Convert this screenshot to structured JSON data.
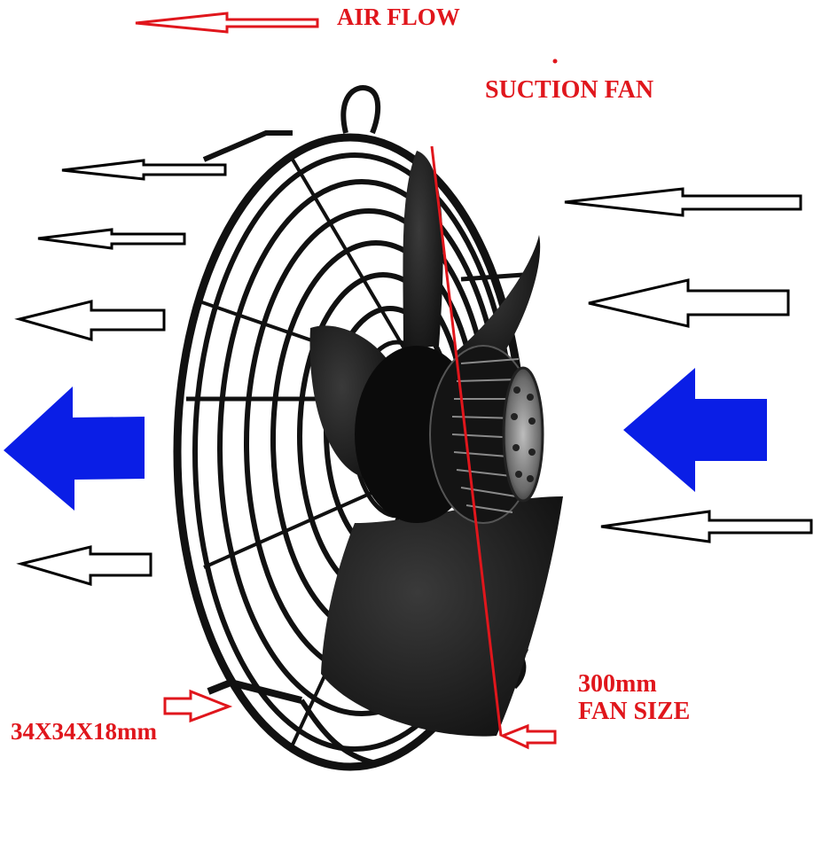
{
  "labels": {
    "air_flow": "AIR FLOW",
    "suction_fan": "SUCTION FAN",
    "bracket_size": "34X34X18mm",
    "fan_diameter": "300mm",
    "fan_size_caption": "FAN SIZE"
  },
  "colors": {
    "label_red": "#e0161c",
    "flow_arrow_blue": "#0a1ee6",
    "outline_arrow": "#000000",
    "guard_black": "#111111",
    "background": "#ffffff"
  },
  "icons": {
    "airflow_indicator": "left-arrow-outline-red",
    "bracket_pointer": "right-arrow-outline-red",
    "diameter_pointer": "left-arrow-outline-red",
    "main_flow_left": "left-arrow-solid-blue",
    "main_flow_right": "left-arrow-solid-blue",
    "flow_arrows": "left-arrow-outline-black"
  }
}
